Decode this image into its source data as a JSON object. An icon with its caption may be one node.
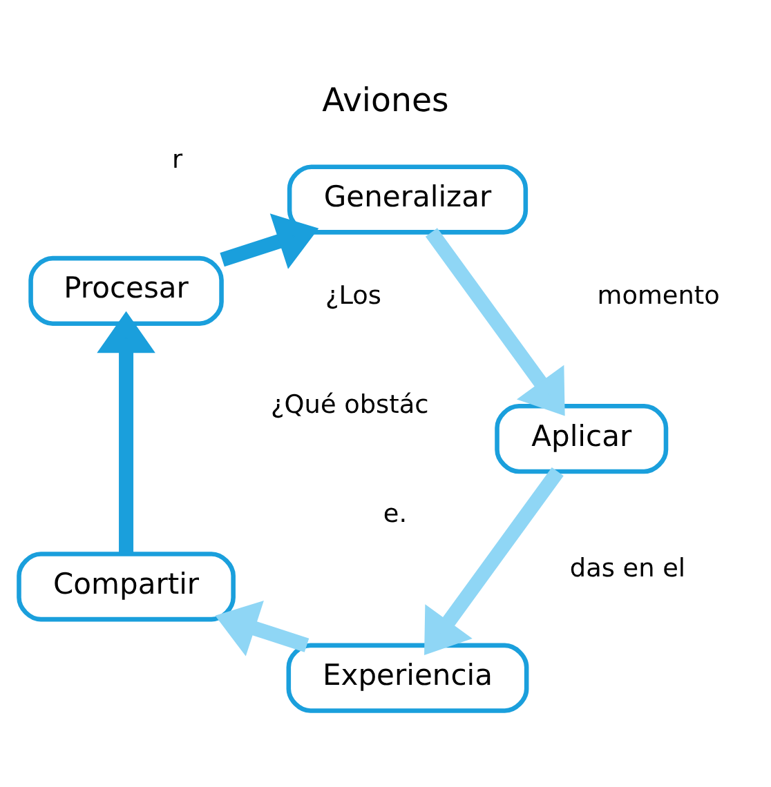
{
  "diagram": {
    "title": "Aviones",
    "nodes": [
      {
        "text": [
          "Experiencia"
        ]
      },
      {
        "text": [
          "Compartir"
        ]
      },
      {
        "text": [
          "Procesar"
        ]
      },
      {
        "text": [
          "Generalizar"
        ]
      },
      {
        "text": [
          "Aplicar"
        ]
      }
    ],
    "edges": [
      {
        "from": 0,
        "to": 1,
        "arrow": "to"
      },
      {
        "from": 1,
        "to": 2,
        "arrow": "to",
        "color": "#1a9fdc"
      },
      {
        "from": 2,
        "to": 3,
        "arrow": "to",
        "color": "#1a9fdc"
      },
      {
        "from": 3,
        "to": 4,
        "arrow": "to"
      },
      {
        "from": 4,
        "to": 0,
        "arrow": "to"
      }
    ],
    "labels": [
      "das en el",
      "e.",
      "¿Qué obstác",
      "momento",
      "¿Los",
      "r"
    ]
  }
}
